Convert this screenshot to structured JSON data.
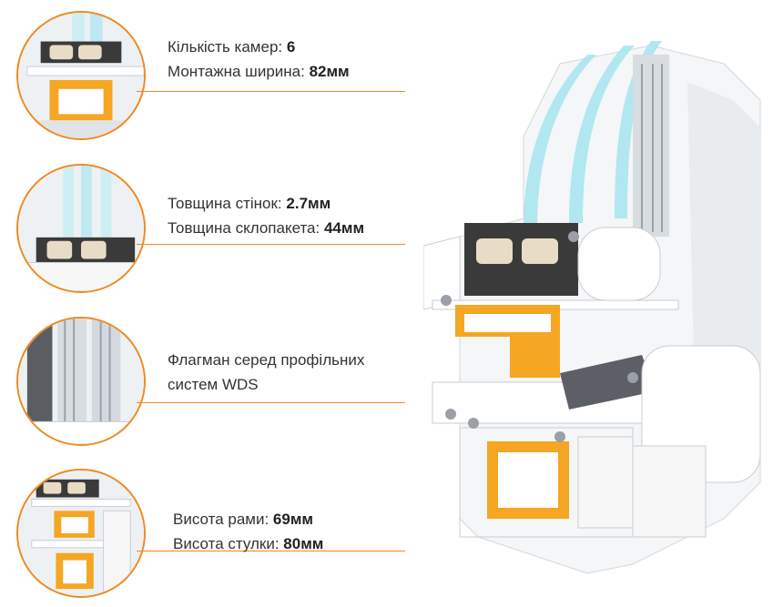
{
  "features": [
    {
      "lines": [
        {
          "label": "Кількість камер: ",
          "value": "6"
        },
        {
          "label": "Монтажна ширина: ",
          "value": "82мм"
        }
      ]
    },
    {
      "lines": [
        {
          "label": "Товщина стінок: ",
          "value": "2.7мм"
        },
        {
          "label": "Товщина склопакета: ",
          "value": "44мм"
        }
      ]
    },
    {
      "lines": [
        {
          "label": "Флагман серед профільних",
          "value": ""
        },
        {
          "label": "систем WDS",
          "value": ""
        }
      ]
    },
    {
      "lines": [
        {
          "label": "Висота рами: ",
          "value": "69мм"
        },
        {
          "label": "Висота стулки: ",
          "value": "80мм"
        }
      ]
    }
  ],
  "colors": {
    "accent": "#ef8a1f",
    "reinforcement": "#f5a623",
    "gasket": "#3a3a3a",
    "glass": "#9fe3ee"
  }
}
